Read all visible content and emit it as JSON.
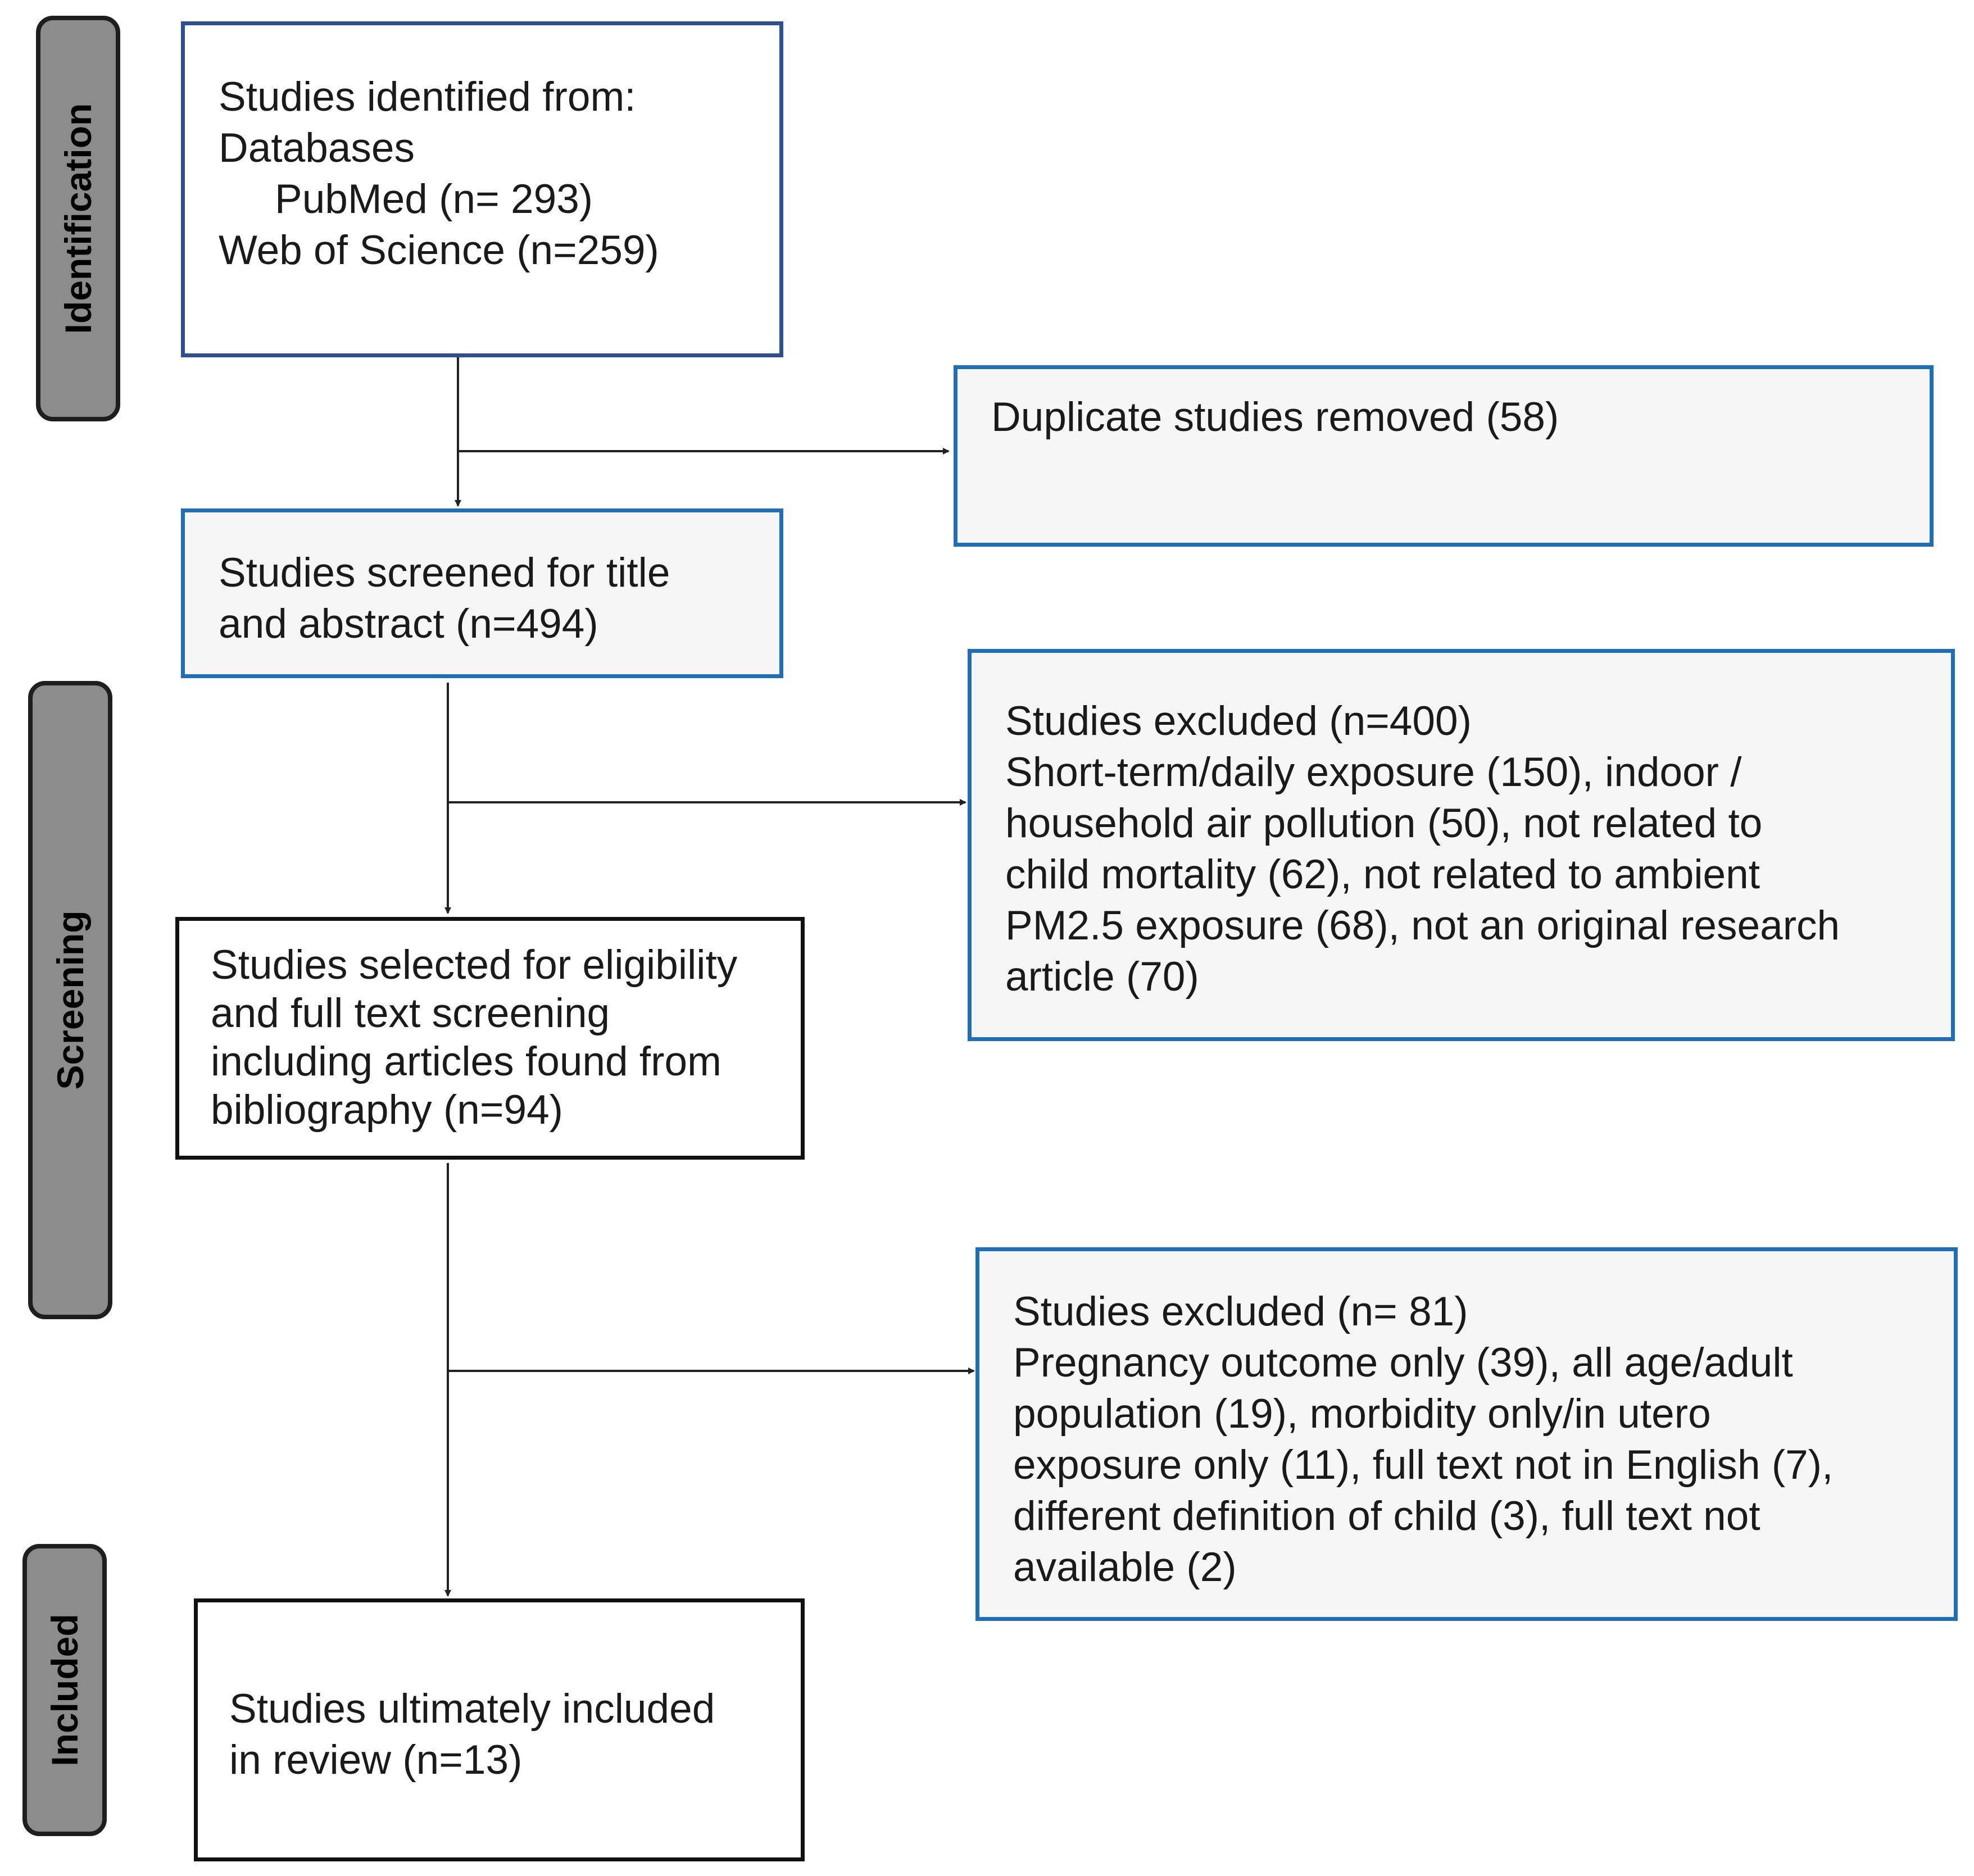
{
  "stages": {
    "identification": "Identification",
    "screening": "Screening",
    "included": "Included"
  },
  "boxes": {
    "identified": {
      "lines": [
        "Studies identified from:",
        "Databases",
        "PubMed (n= 293)",
        "Web of Science (n=259)"
      ]
    },
    "duplicates": {
      "lines": [
        "Duplicate studies removed (58)"
      ]
    },
    "screened": {
      "lines": [
        "Studies screened for title",
        "and abstract (n=494)"
      ]
    },
    "excluded_screening": {
      "lines": [
        "Studies excluded (n=400)",
        "Short-term/daily exposure (150), indoor /",
        "household air pollution (50), not related to",
        "child mortality (62), not related to ambient",
        "PM2.5 exposure (68), not an original research",
        "article (70)"
      ]
    },
    "eligibility": {
      "lines": [
        "Studies selected for eligibility",
        "and full text screening",
        "including articles found from",
        "bibliography (n=94)"
      ]
    },
    "excluded_fulltext": {
      "lines": [
        "Studies excluded (n= 81)",
        "Pregnancy outcome only (39), all age/adult",
        "population (19), morbidity only/in utero",
        "exposure only (11), full text not in English (7),",
        "different definition of child (3), full text not",
        "available (2)"
      ]
    },
    "included": {
      "lines": [
        "Studies ultimately included",
        "in review (n=13)"
      ]
    }
  },
  "colors": {
    "stage_fill": "#8c8c8c",
    "navy_border": "#2f4f95",
    "blue_border": "#1e6fb8",
    "black_border": "#111111",
    "arrow": "#222222"
  }
}
